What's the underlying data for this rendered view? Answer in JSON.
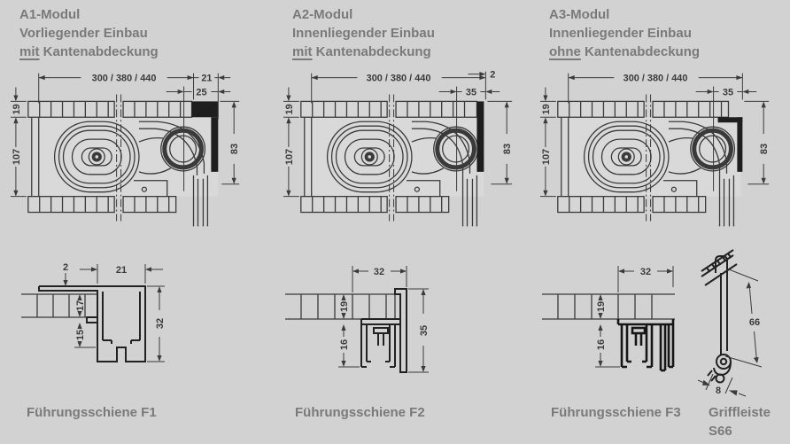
{
  "sheet": {
    "bg_color": "#d2d2d2",
    "heading_color": "#7a7a7a",
    "line_color": "#3a3a3a",
    "black_part_color": "#1e1e1e"
  },
  "modules": [
    {
      "title": "A1-Modul",
      "subtitle": "Vorliegender Einbau",
      "emphasis": "mit",
      "emphasis_rest": " Kantenabdeckung",
      "dim_width": "300 / 380 / 440",
      "dim_edge": "21",
      "dim_inset": "25",
      "dim_board": "19",
      "dim_height": "107",
      "dim_side": "83"
    },
    {
      "title": "A2-Modul",
      "subtitle": "Innenliegender Einbau",
      "emphasis": "mit",
      "emphasis_rest": " Kantenabdeckung",
      "dim_width": "300 / 380 / 440",
      "dim_edge": "2",
      "dim_inset": "35",
      "dim_board": "19",
      "dim_height": "107",
      "dim_side": "83"
    },
    {
      "title": "A3-Modul",
      "subtitle": "Innenliegender Einbau",
      "emphasis": "ohne",
      "emphasis_rest": " Kantenabdeckung",
      "dim_width": "300 / 380 / 440",
      "dim_inset": "35",
      "dim_board": "19",
      "dim_height": "107",
      "dim_side": "83"
    }
  ],
  "rails": [
    {
      "label": "Führungsschiene F1",
      "dim_lip": "2",
      "dim_width": "21",
      "dim_board": "17",
      "dim_drop": "15",
      "dim_total": "32"
    },
    {
      "label": "Führungsschiene F2",
      "dim_width": "32",
      "dim_board": "19",
      "dim_drop": "16",
      "dim_total": "35"
    },
    {
      "label": "Führungsschiene F3",
      "dim_width": "32",
      "dim_board": "19",
      "dim_drop": "16"
    }
  ],
  "grip": {
    "label_line1": "Griffleiste",
    "label_line2": "S66",
    "dim_length": "66",
    "dim_width": "8"
  }
}
